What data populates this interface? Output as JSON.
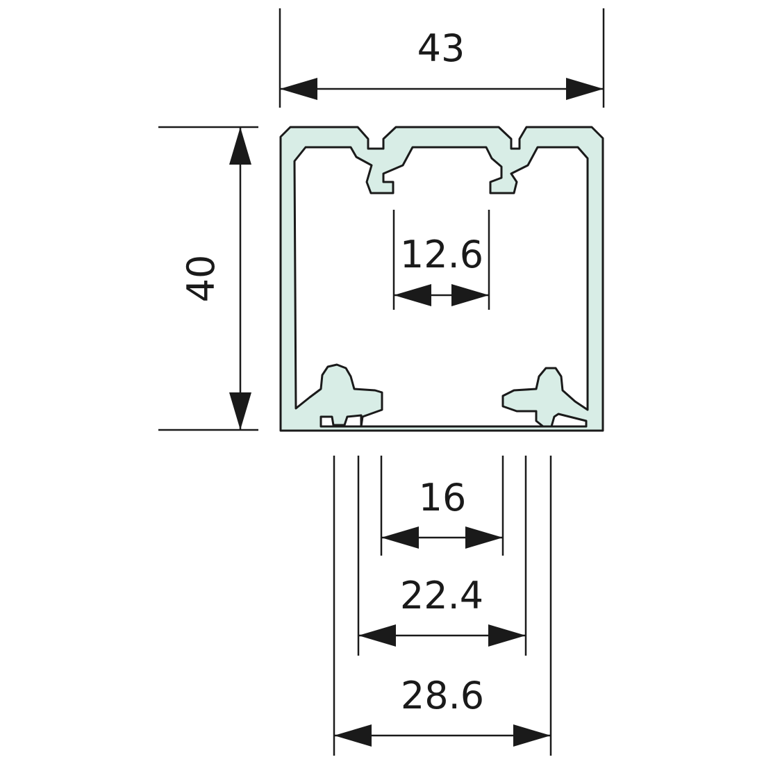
{
  "drawing": {
    "colors": {
      "profile_fill": "#d8ede6",
      "line": "#1a1a1a",
      "background": "#ffffff"
    },
    "dimensions": {
      "overall_width": "43",
      "overall_height": "40",
      "top_slot_gap": "12.6",
      "bottom_opening": "16",
      "bottom_inner_width": "22.4",
      "bottom_outer_width": "28.6"
    }
  }
}
